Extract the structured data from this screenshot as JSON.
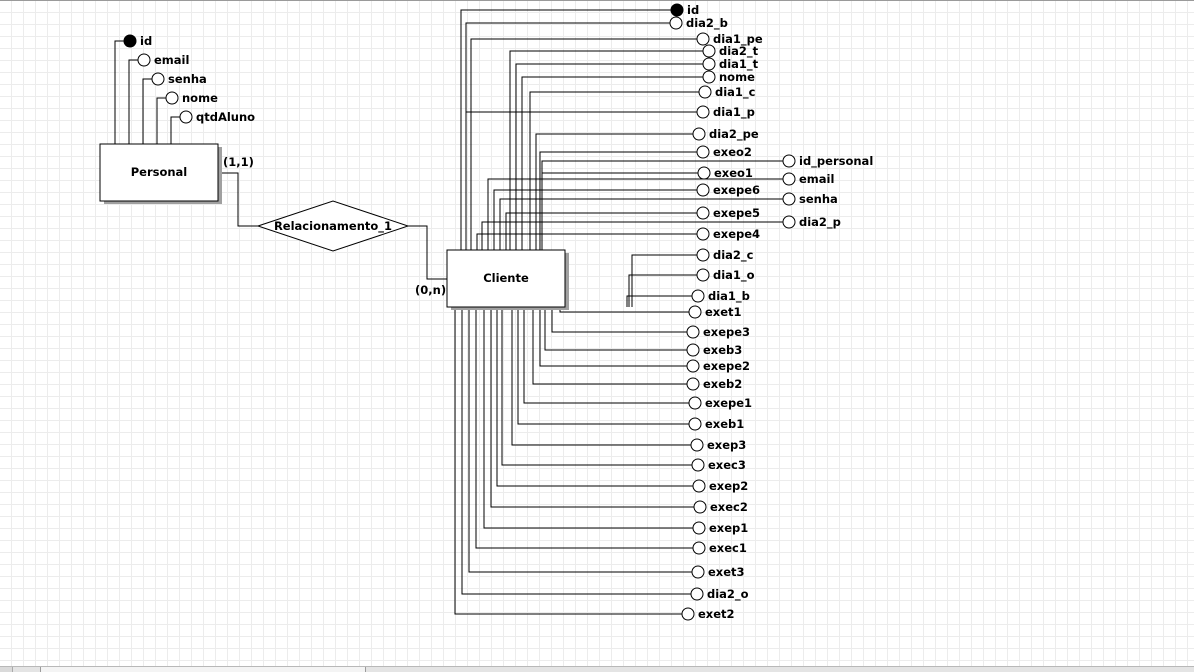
{
  "diagram": {
    "personal": {
      "label": "Personal",
      "attributes": [
        {
          "name": "id",
          "key": true
        },
        {
          "name": "email",
          "key": false
        },
        {
          "name": "senha",
          "key": false
        },
        {
          "name": "nome",
          "key": false
        },
        {
          "name": "qtdAluno",
          "key": false
        }
      ]
    },
    "relationship": {
      "label": "Relacionamento_1",
      "card_personal": "(1,1)",
      "card_cliente": "(0,n)"
    },
    "cliente": {
      "label": "Cliente",
      "attributes": [
        {
          "name": "id",
          "key": true
        },
        {
          "name": "dia2_b",
          "key": false
        },
        {
          "name": "dia1_pe",
          "key": false
        },
        {
          "name": "dia2_t",
          "key": false
        },
        {
          "name": "dia1_t",
          "key": false
        },
        {
          "name": "nome",
          "key": false
        },
        {
          "name": "dia1_c",
          "key": false
        },
        {
          "name": "dia1_p",
          "key": false
        },
        {
          "name": "dia2_pe",
          "key": false
        },
        {
          "name": "exeo2",
          "key": false
        },
        {
          "name": "id_personal",
          "key": false
        },
        {
          "name": "exeo1",
          "key": false
        },
        {
          "name": "email",
          "key": false
        },
        {
          "name": "exepe6",
          "key": false
        },
        {
          "name": "senha",
          "key": false
        },
        {
          "name": "exepe5",
          "key": false
        },
        {
          "name": "dia2_p",
          "key": false
        },
        {
          "name": "exepe4",
          "key": false
        },
        {
          "name": "dia2_c",
          "key": false
        },
        {
          "name": "dia1_o",
          "key": false
        },
        {
          "name": "dia1_b",
          "key": false
        },
        {
          "name": "exet1",
          "key": false
        },
        {
          "name": "exepe3",
          "key": false
        },
        {
          "name": "exeb3",
          "key": false
        },
        {
          "name": "exepe2",
          "key": false
        },
        {
          "name": "exeb2",
          "key": false
        },
        {
          "name": "exepe1",
          "key": false
        },
        {
          "name": "exeb1",
          "key": false
        },
        {
          "name": "exep3",
          "key": false
        },
        {
          "name": "exec3",
          "key": false
        },
        {
          "name": "exep2",
          "key": false
        },
        {
          "name": "exec2",
          "key": false
        },
        {
          "name": "exep1",
          "key": false
        },
        {
          "name": "exec1",
          "key": false
        },
        {
          "name": "exet3",
          "key": false
        },
        {
          "name": "dia2_o",
          "key": false
        },
        {
          "name": "exet2",
          "key": false
        }
      ]
    }
  }
}
